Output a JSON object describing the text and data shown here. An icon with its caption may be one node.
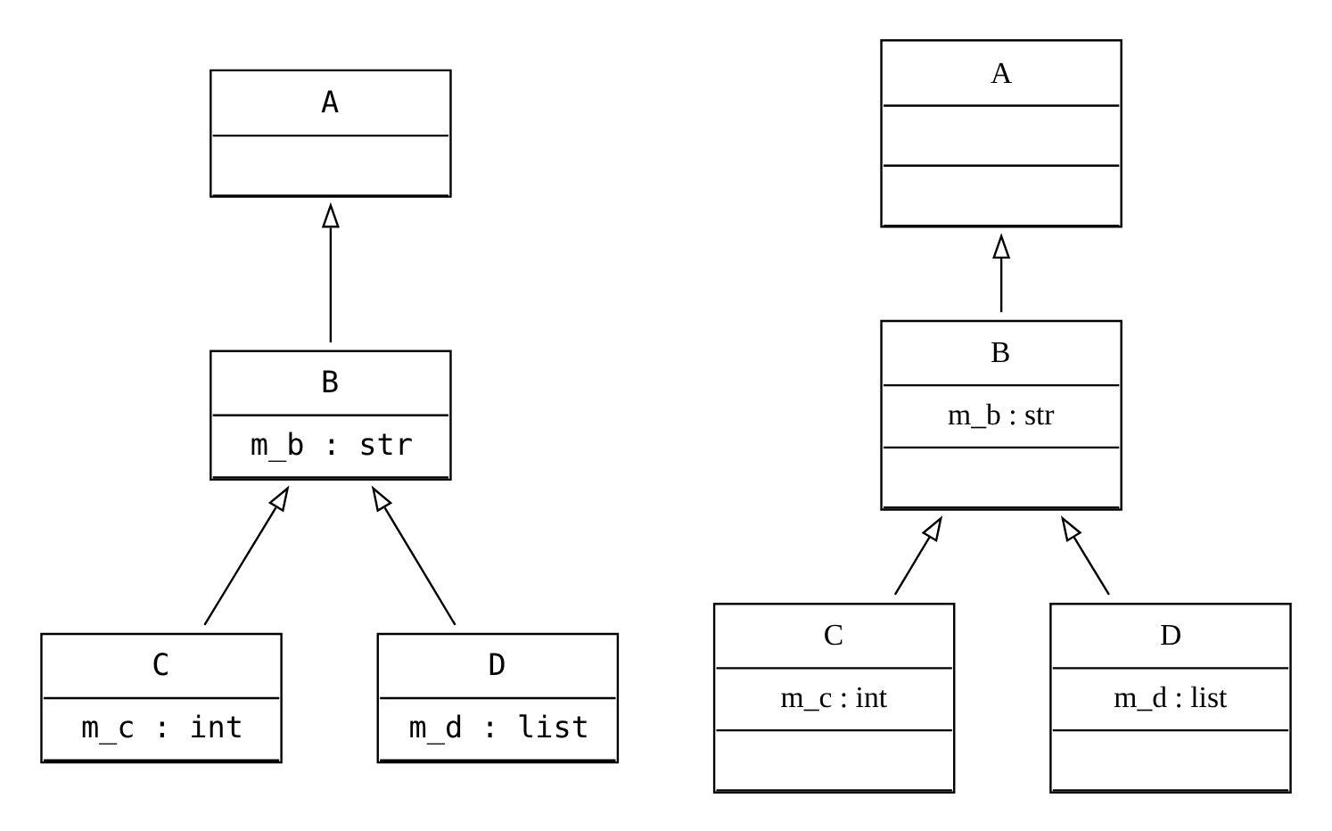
{
  "diagram": {
    "nodes": [
      {
        "text": [
          "A"
        ]
      },
      {
        "text": [
          "B",
          "m_b : str"
        ]
      },
      {
        "text": [
          "C",
          "m_c : int"
        ]
      },
      {
        "text": [
          "D",
          "m_d : list"
        ]
      },
      {
        "text": [
          "A"
        ]
      },
      {
        "text": [
          "B",
          "m_b : str"
        ]
      },
      {
        "text": [
          "C",
          "m_c : int"
        ]
      },
      {
        "text": [
          "D",
          "m_d : list"
        ]
      }
    ],
    "edges": [
      {
        "from": 1,
        "to": 0,
        "arrow": "to"
      },
      {
        "from": 2,
        "to": 1,
        "arrow": "to"
      },
      {
        "from": 3,
        "to": 1,
        "arrow": "to"
      },
      {
        "from": 5,
        "to": 4,
        "arrow": "to"
      },
      {
        "from": 6,
        "to": 5,
        "arrow": "to"
      },
      {
        "from": 7,
        "to": 5,
        "arrow": "to"
      }
    ]
  }
}
